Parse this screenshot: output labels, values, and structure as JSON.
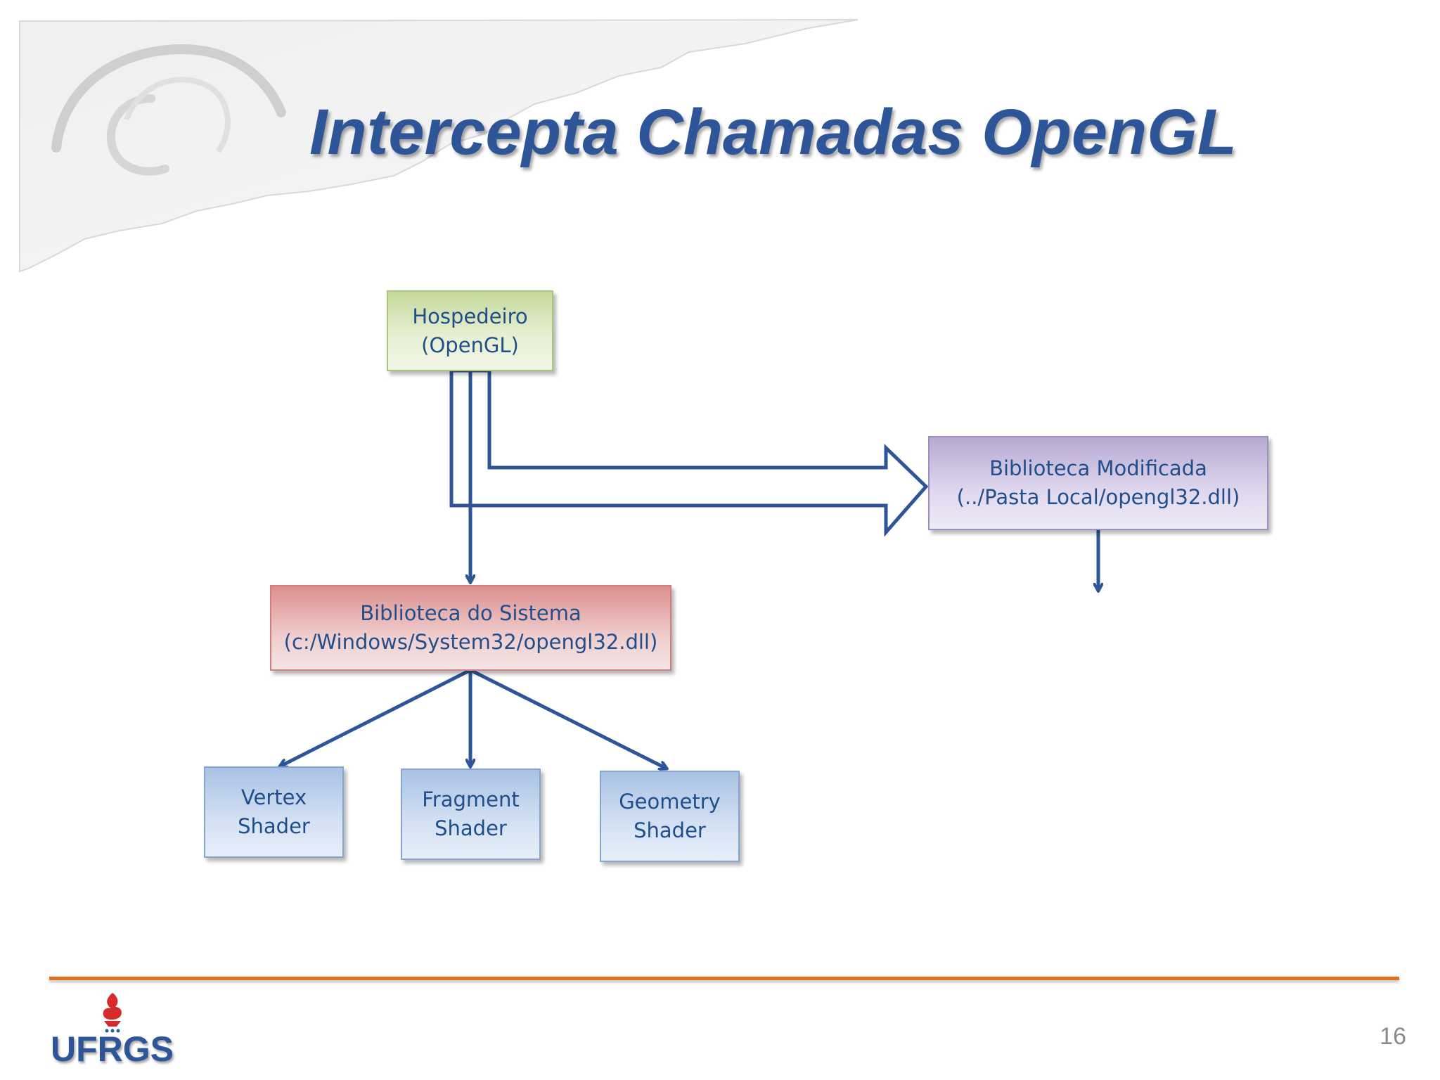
{
  "slide": {
    "title": "Intercepta Chamadas OpenGL",
    "page_number": "16"
  },
  "diagram": {
    "nodes": {
      "host": {
        "line1": "Hospedeiro",
        "line2": "(OpenGL)"
      },
      "modified_lib": {
        "line1": "Biblioteca Modificada",
        "line2": "(../Pasta Local/opengl32.dll)"
      },
      "system_lib": {
        "line1": "Biblioteca do Sistema",
        "line2": "(c:/Windows/System32/opengl32.dll)"
      },
      "vertex": {
        "line1": "Vertex",
        "line2": "Shader"
      },
      "fragment": {
        "line1": "Fragment",
        "line2": "Shader"
      },
      "geometry": {
        "line1": "Geometry",
        "line2": "Shader"
      }
    },
    "edges": [
      {
        "from": "host",
        "to": "modified_lib",
        "style": "block-arrow"
      },
      {
        "from": "host",
        "to": "system_lib",
        "style": "line-arrow"
      },
      {
        "from": "system_lib",
        "to": "vertex",
        "style": "line-arrow"
      },
      {
        "from": "system_lib",
        "to": "fragment",
        "style": "line-arrow"
      },
      {
        "from": "system_lib",
        "to": "geometry",
        "style": "line-arrow"
      },
      {
        "from": "modified_lib",
        "to": "",
        "style": "line-arrow"
      }
    ]
  },
  "footer": {
    "logo_text": "UFRGS"
  },
  "colors": {
    "title": "#2e5597",
    "arrow": "#2e5597",
    "accent_line": "#e2701a",
    "logo_flame": "#d62b2b"
  }
}
